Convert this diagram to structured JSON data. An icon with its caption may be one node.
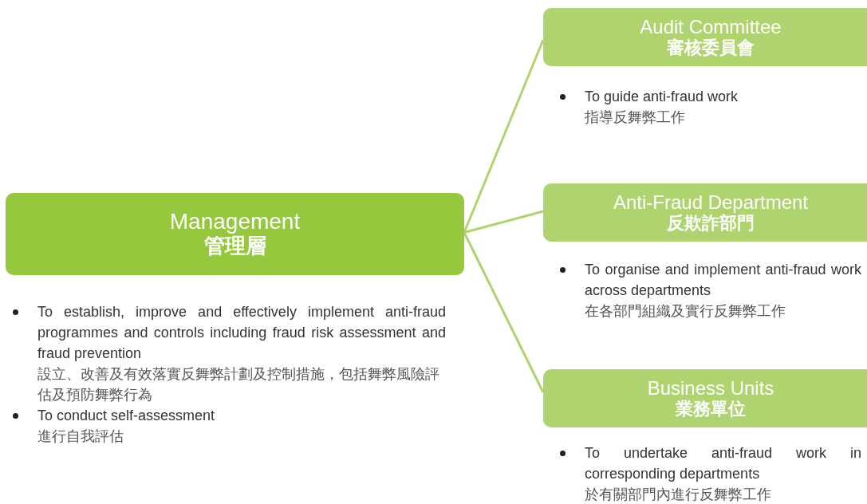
{
  "diagram": {
    "nodes": [
      {
        "text": [
          "Management",
          "管理層"
        ],
        "beside": [
          "To establish, improve and effectively implement anti-fraud programmes and controls including fraud risk assessment and fraud prevention",
          "設立、改善及有效落實反舞弊計劃及控制措施，包括舞弊風險評估及預防舞弊行為",
          "To conduct self-assessment",
          "進行自我評估"
        ]
      },
      {
        "text": [
          "Audit Committee",
          "審核委員會"
        ],
        "beside": [
          "To guide anti-fraud work",
          "指導反舞弊工作"
        ]
      },
      {
        "text": [
          "Anti-Fraud Department",
          "反欺詐部門"
        ],
        "beside": [
          "To organise and implement anti-fraud work across departments",
          "在各部門組織及實行反舞弊工作"
        ]
      },
      {
        "text": [
          "Business Units",
          "業務單位"
        ],
        "beside": [
          "To undertake anti-fraud work in corresponding departments",
          "於有關部門內進行反舞弊工作"
        ]
      }
    ],
    "edges": [
      {
        "from": 0,
        "to": 1,
        "arrow": "none"
      },
      {
        "from": 0,
        "to": 2,
        "arrow": "none"
      },
      {
        "from": 0,
        "to": 3,
        "arrow": "none"
      }
    ]
  }
}
